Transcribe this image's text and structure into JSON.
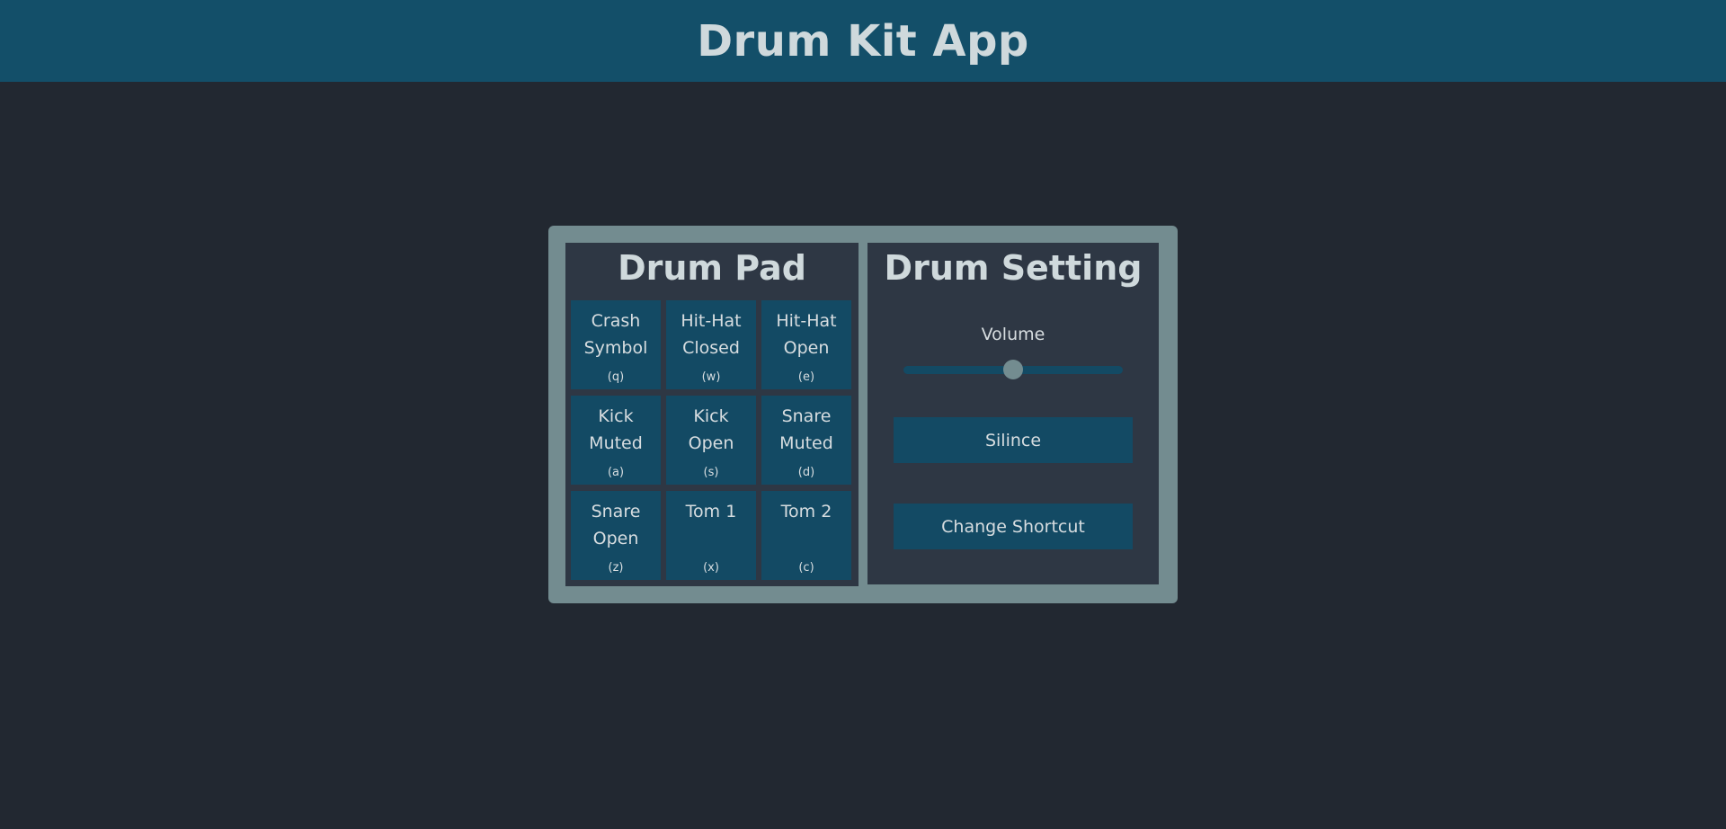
{
  "header": {
    "title": "Drum Kit App"
  },
  "drum_pad": {
    "title": "Drum Pad",
    "pads": [
      {
        "name": "Crash\nSymbol",
        "key": "(q)"
      },
      {
        "name": "Hit-Hat\nClosed",
        "key": "(w)"
      },
      {
        "name": "Hit-Hat\nOpen",
        "key": "(e)"
      },
      {
        "name": "Kick\nMuted",
        "key": "(a)"
      },
      {
        "name": "Kick\nOpen",
        "key": "(s)"
      },
      {
        "name": "Snare\nMuted",
        "key": "(d)"
      },
      {
        "name": "Snare\nOpen",
        "key": "(z)"
      },
      {
        "name": "Tom 1",
        "key": "(x)"
      },
      {
        "name": "Tom 2",
        "key": "(c)"
      }
    ]
  },
  "drum_setting": {
    "title": "Drum Setting",
    "volume_label": "Volume",
    "volume_value": 0.5,
    "silence_label": "Silince",
    "change_shortcut_label": "Change Shortcut"
  },
  "colors": {
    "header_bg": "#134f69",
    "page_bg": "#222831",
    "container_bg": "#738c90",
    "panel_bg": "#2e3744",
    "pad_bg": "#134a64",
    "text": "#d7dde0"
  }
}
